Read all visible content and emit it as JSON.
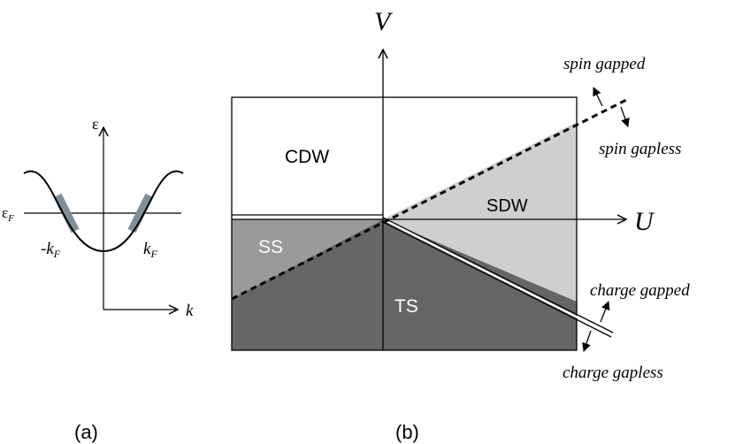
{
  "panel_a": {
    "caption": "(a)",
    "y_axis_label": "ε",
    "x_axis_label": "k",
    "fermi_level_label": "ε",
    "fermi_level_subscript": "F",
    "kf_neg_prefix": "-k",
    "kf_pos_prefix": "k",
    "kf_subscript": "F"
  },
  "panel_b": {
    "caption": "(b)",
    "y_axis_label": "V",
    "x_axis_label": "U",
    "regions": {
      "cdw": "CDW",
      "sdw": "SDW",
      "ss": "SS",
      "ts": "TS"
    },
    "annotations": {
      "spin_gapped": "spin gapped",
      "spin_gapless": "spin gapless",
      "charge_gapped": "charge gapped",
      "charge_gapless": "charge gapless"
    },
    "colors": {
      "ss_region": "#9a9a9a",
      "ts_region": "#666666",
      "sdw_region": "#cfcfcf",
      "fermi_highlight": "#7f8f99"
    }
  }
}
